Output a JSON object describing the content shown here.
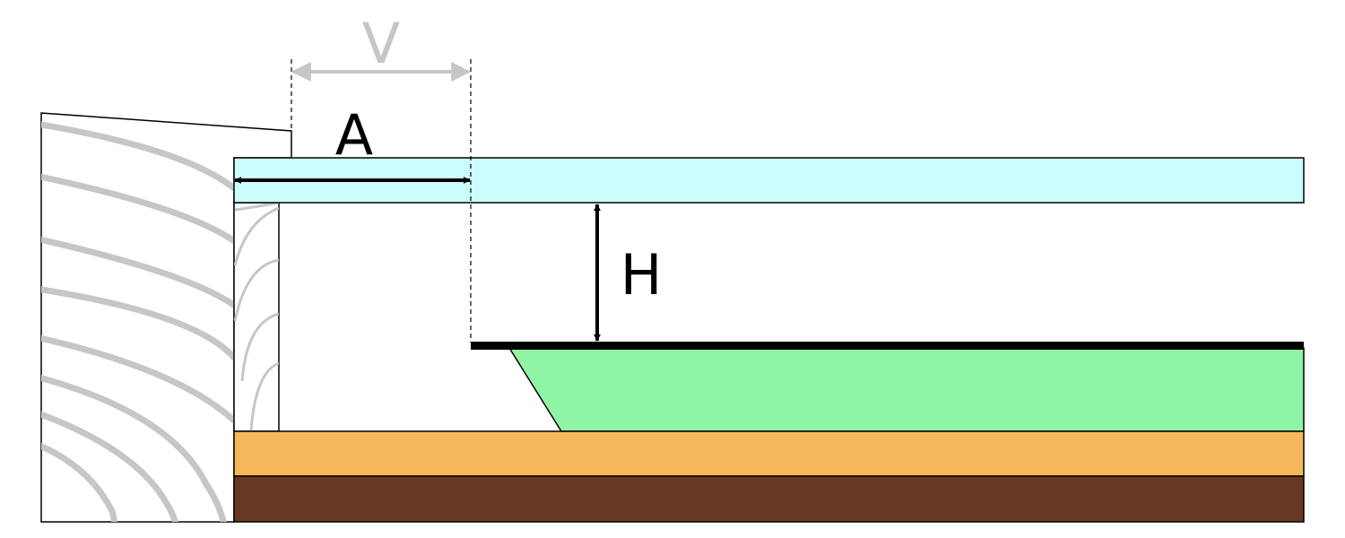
{
  "labels": {
    "v": "V",
    "a": "A",
    "h": "H"
  },
  "colors": {
    "light_blue_board": "#ccfdfd",
    "green_layer": "#8ff4a4",
    "orange_layer": "#f6b75a",
    "brown_layer": "#673922",
    "wood_grain": "#c6c6c6",
    "outline": "#000000",
    "v_dimension": "#c6c6c6"
  }
}
